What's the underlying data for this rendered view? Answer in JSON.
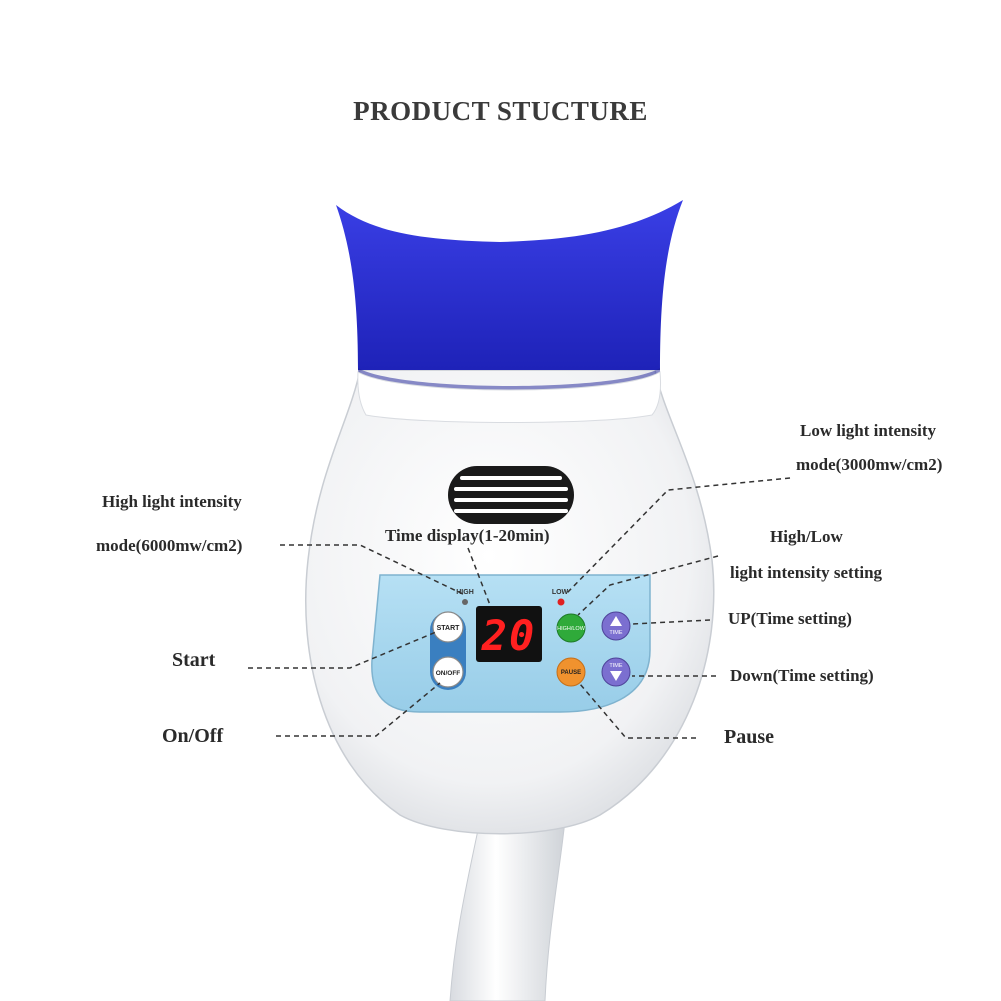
{
  "title": "PRODUCT STUCTURE",
  "device": {
    "display_value": "20",
    "panel_labels": {
      "high": "HIGH",
      "low": "LOW",
      "start": "START",
      "onoff": "ON/OFF",
      "highlow": "HIGH/LOW",
      "pause": "PAUSE",
      "time_up": "TIME",
      "time_down": "TIME"
    },
    "colors": {
      "mouthpiece": "#2b2fcf",
      "panel": "#a9d8ef",
      "display_digits": "#ff2020",
      "highlow_button": "#2faa3a",
      "pause_button": "#f0922e",
      "time_buttons": "#7b6fd0",
      "low_led": "#e02020"
    }
  },
  "callouts": {
    "high_mode_line1": "High light intensity",
    "high_mode_line2": "mode(6000mw/cm2)",
    "time_display": "Time display(1-20min)",
    "low_mode_line1": "Low light intensity",
    "low_mode_line2": "mode(3000mw/cm2)",
    "highlow_line1": "High/Low",
    "highlow_line2": "light intensity setting",
    "up": "UP(Time setting)",
    "down": "Down(Time setting)",
    "start": "Start",
    "onoff": "On/Off",
    "pause": "Pause"
  }
}
